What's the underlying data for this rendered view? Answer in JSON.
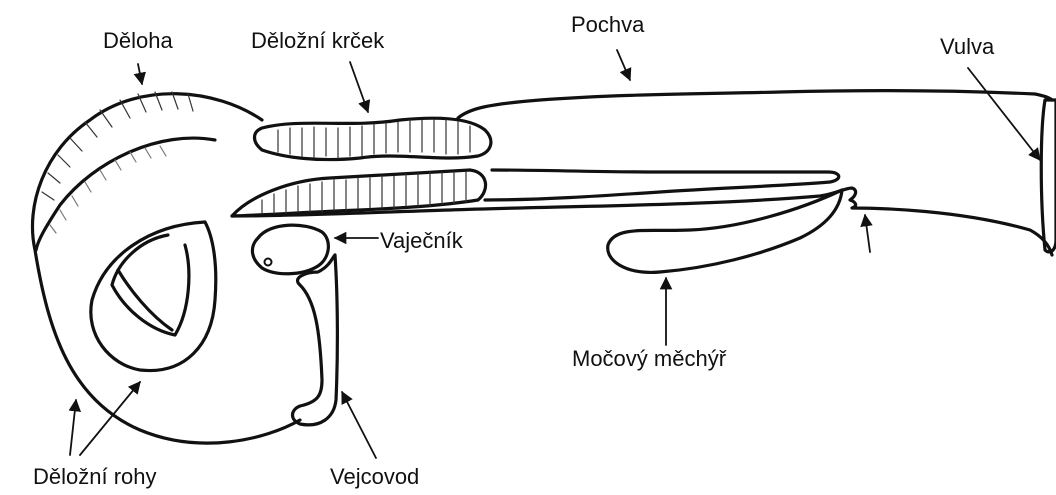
{
  "labels": {
    "deloha": "Děloha",
    "delozni_krcek": "Děložní krček",
    "pochva": "Pochva",
    "vulva": "Vulva",
    "vajecnik": "Vaječník",
    "mocovy_mechyr": "Močový měchýř",
    "delozni_rohy": "Děložní rohy",
    "vejcovod": "Vejcovod"
  }
}
